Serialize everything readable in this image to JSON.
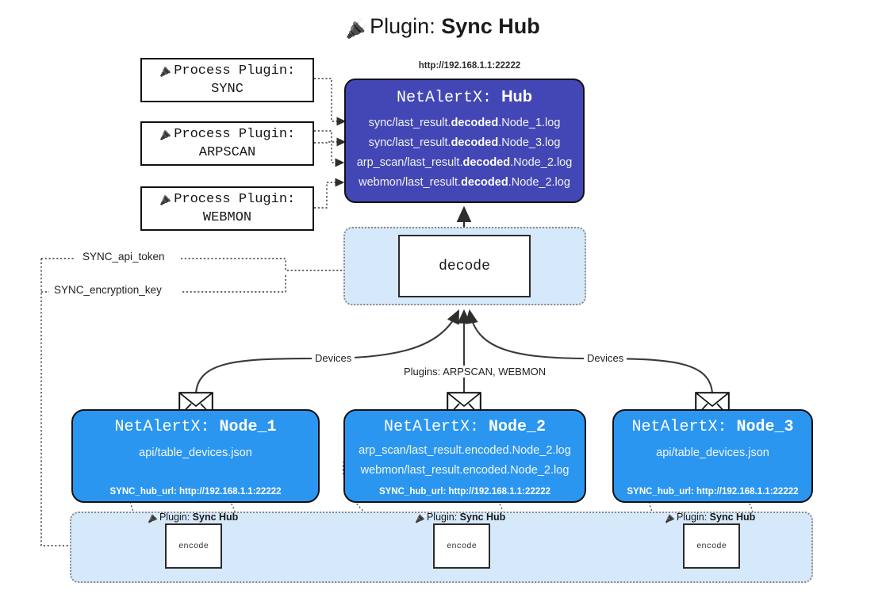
{
  "title": {
    "icon": "plug-icon",
    "prefix": "Plugin: ",
    "name": "Sync Hub"
  },
  "process_plugins": [
    {
      "icon": "plug-icon",
      "line1": "Process Plugin:",
      "line2": "SYNC"
    },
    {
      "icon": "plug-icon",
      "line1": "Process Plugin:",
      "line2": "ARPSCAN"
    },
    {
      "icon": "plug-icon",
      "line1": "Process Plugin:",
      "line2": "WEBMON"
    }
  ],
  "hub": {
    "url": "http://192.168.1.1:22222",
    "title_prefix": "NetAlertX: ",
    "title_name": "Hub",
    "color": "#4347b5",
    "logs": [
      {
        "pre": "sync/last_result.",
        "bold": "decoded",
        "post": ".Node_1.log"
      },
      {
        "pre": "sync/last_result.",
        "bold": "decoded",
        "post": ".Node_3.log"
      },
      {
        "pre": "arp_scan/last_result.",
        "bold": "decoded",
        "post": ".Node_2.log"
      },
      {
        "pre": "webmon/last_result.",
        "bold": "decoded",
        "post": ".Node_2.log"
      }
    ]
  },
  "decode": {
    "label": "decode",
    "container_color": "#d6e9fa"
  },
  "tokens": [
    {
      "label": "SYNC_api_token"
    },
    {
      "label": "SYNC_encryption_key"
    }
  ],
  "edge_labels": {
    "devices_left": "Devices",
    "devices_right": "Devices",
    "plugins_center": "Plugins: ARPSCAN, WEBMON"
  },
  "nodes": [
    {
      "title_prefix": "NetAlertX: ",
      "title_name": "Node_1",
      "color": "#2b96f0",
      "lines": [
        "api/table_devices.json"
      ],
      "footer": "SYNC_hub_url: http://192.168.1.1:22222"
    },
    {
      "title_prefix": "NetAlertX: ",
      "title_name": "Node_2",
      "color": "#2b96f0",
      "lines": [
        "arp_scan/last_result.encoded.Node_2.log",
        "webmon/last_result.encoded.Node_2.log"
      ],
      "footer": "SYNC_hub_url: http://192.168.1.1:22222"
    },
    {
      "title_prefix": "NetAlertX: ",
      "title_name": "Node_3",
      "color": "#2b96f0",
      "lines": [
        "api/table_devices.json"
      ],
      "footer": "SYNC_hub_url: http://192.168.1.1:22222"
    }
  ],
  "encoders": [
    {
      "icon": "plug-icon",
      "label_prefix": "Plugin: ",
      "label_name": "Sync Hub",
      "box_label": "encode"
    },
    {
      "icon": "plug-icon",
      "label_prefix": "Plugin: ",
      "label_name": "Sync Hub",
      "box_label": "encode"
    },
    {
      "icon": "plug-icon",
      "label_prefix": "Plugin: ",
      "label_name": "Sync Hub",
      "box_label": "encode"
    }
  ]
}
